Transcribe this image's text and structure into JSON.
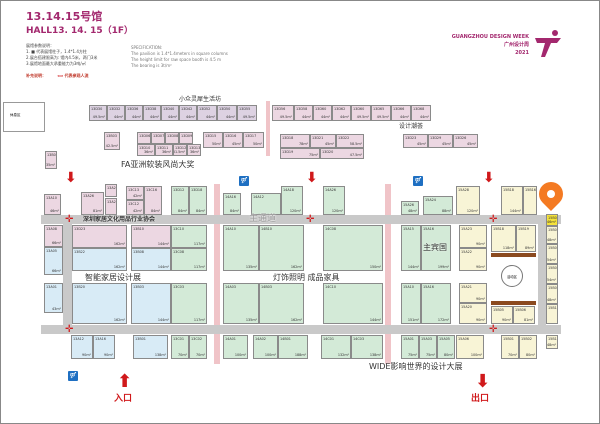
{
  "header": {
    "title_cn": "13.14.15号馆",
    "title_en": "HALL13. 14. 15（1F）",
    "notes_title": "展馆参数说明：",
    "notes": [
      "1. ■ 代表展馆柱子，1.4*1.4方柱",
      "2.展台搭建限高为: 馆内4.5米，两门3米",
      "3.展馆地面最大承重能力为3吨/㎡"
    ],
    "spec_title": "SPECIFICATION:",
    "spec": [
      "The pavilion is 1.4*1.4meters in square columns",
      "The height limit for raw space booth is 4.5 m",
      "The bearing is 3t/m²"
    ],
    "legend_label": "补充说明：",
    "legend_text": "代表参观人流"
  },
  "logo": {
    "en": "GUANGZHOU DESIGN WEEK",
    "cn": "广州设计周",
    "year": "2021"
  },
  "zones": {
    "xiaozhong": "小众灵犀生活坊",
    "fa": "FA亚洲软装风尚大奖",
    "sheji": "设计潮荟",
    "shenzhen": "深圳家居文化用品行业协会",
    "main_aisle": "主通道",
    "smart_home": "智能家居设计展",
    "lighting": "灯饰照明 成品家具",
    "guest": "主宾国",
    "wide": "WIDE影响世界的设计大展",
    "rest": "休息区",
    "stage": "活动区"
  },
  "doors": {
    "entry": "入口",
    "exit": "出口"
  },
  "colors": {
    "accent": "#a3286e",
    "arrow": "#d0191b",
    "pin": "#f47a22"
  },
  "booths": [
    {
      "id": "13D30",
      "area": "49.5m²"
    },
    {
      "id": "13D32",
      "area": "44m²"
    },
    {
      "id": "13D36",
      "area": "44m²"
    },
    {
      "id": "13D38",
      "area": "44m²"
    },
    {
      "id": "13D40",
      "area": "44m²"
    },
    {
      "id": "13D42",
      "area": "44m²"
    },
    {
      "id": "13D52",
      "area": "44m²"
    },
    {
      "id": "13D50",
      "area": "44m²"
    },
    {
      "id": "13D55",
      "area": "49.5m²"
    },
    {
      "id": "13D56",
      "area": "49.5m²"
    },
    {
      "id": "13D58",
      "area": "44m²"
    },
    {
      "id": "13D60",
      "area": "44m²"
    },
    {
      "id": "13D62",
      "area": "44m²"
    },
    {
      "id": "13D60",
      "area": "49.5m²"
    },
    {
      "id": "13D65",
      "area": "49.5m²"
    },
    {
      "id": "13D66",
      "area": "44m²"
    },
    {
      "id": "13D68",
      "area": "44m²"
    },
    {
      "id": "13B03",
      "area": "42.5m²"
    },
    {
      "id": "13D06",
      "area": ""
    },
    {
      "id": "13D07",
      "area": ""
    },
    {
      "id": "13D08",
      "area": ""
    },
    {
      "id": "13D09",
      "area": ""
    },
    {
      "id": "13D10",
      "area": "36m²"
    },
    {
      "id": "13D11",
      "area": "36m²"
    },
    {
      "id": "13D12",
      "area": "31.5m²"
    },
    {
      "id": "13D13",
      "area": "36m²"
    },
    {
      "id": "13D15",
      "area": "50m²"
    },
    {
      "id": "13D16",
      "area": "45m²"
    },
    {
      "id": "13D17",
      "area": "50m²"
    },
    {
      "id": "13D18",
      "area": "78m²"
    },
    {
      "id": "13D21",
      "area": "45m²"
    },
    {
      "id": "13D22",
      "area": "58.5m²"
    },
    {
      "id": "13D19",
      "area": "75m²"
    },
    {
      "id": "13D20",
      "area": "47.5m²"
    },
    {
      "id": "13D23",
      "area": "45m²"
    },
    {
      "id": "13D29",
      "area": "45m²"
    },
    {
      "id": "13D26",
      "area": "45m²"
    },
    {
      "id": "13B01",
      "area": "35m²"
    },
    {
      "id": "13A10",
      "area": "46m²"
    },
    {
      "id": "13A26",
      "area": "81m²"
    },
    {
      "id": "13A28",
      "area": ""
    },
    {
      "id": "13A27",
      "area": ""
    },
    {
      "id": "13C13",
      "area": "42m²"
    },
    {
      "id": "13C16",
      "area": "84m²"
    },
    {
      "id": "13C12",
      "area": "42m²"
    },
    {
      "id": "13D12",
      "area": "84m²"
    },
    {
      "id": "13D18",
      "area": "84m²"
    },
    {
      "id": "14A16",
      "area": "84m²"
    },
    {
      "id": "14A12",
      "area": ""
    },
    {
      "id": "14A18",
      "area": "120m²"
    },
    {
      "id": "14A26",
      "area": "120m²"
    },
    {
      "id": "15A26",
      "area": "48m²"
    },
    {
      "id": "15A24",
      "area": "88m²"
    },
    {
      "id": "15A28",
      "area": "120m²"
    },
    {
      "id": "15B18",
      "area": "144m²"
    },
    {
      "id": "15B16",
      "area": ""
    },
    {
      "id": "13A08",
      "area": "66m²"
    },
    {
      "id": "13A05",
      "area": "66m²"
    },
    {
      "id": "13D23",
      "area": "162m²"
    },
    {
      "id": "13B22",
      "area": "162m²"
    },
    {
      "id": "13B10",
      "area": "144m²"
    },
    {
      "id": "13B08",
      "area": "144m²"
    },
    {
      "id": "13C10",
      "area": "117m²"
    },
    {
      "id": "13C08",
      "area": "117m²"
    },
    {
      "id": "14A10",
      "area": "135m²"
    },
    {
      "id": "14B10",
      "area": "162m²"
    },
    {
      "id": "14C08",
      "area": "150m²"
    },
    {
      "id": "15A15",
      "area": "144m²"
    },
    {
      "id": "15A16",
      "area": "199m²"
    },
    {
      "id": "15A23",
      "area": "90m²"
    },
    {
      "id": "15A22",
      "area": "90m²"
    },
    {
      "id": "15B18",
      "area": "118m²"
    },
    {
      "id": "15B19",
      "area": "89m²"
    },
    {
      "id": "15B01",
      "area": "46m²"
    },
    {
      "id": "15B03",
      "area": "48m²"
    },
    {
      "id": "15B09",
      "area": "54m²"
    },
    {
      "id": "15B06",
      "area": "54m²"
    },
    {
      "id": "15B08",
      "area": "48m²"
    },
    {
      "id": "15B10",
      "area": ""
    },
    {
      "id": "13A01",
      "area": "43m²"
    },
    {
      "id": "13B20",
      "area": "162m²"
    },
    {
      "id": "13B03",
      "area": "144m²"
    },
    {
      "id": "13C03",
      "area": "117m²"
    },
    {
      "id": "14A03",
      "area": "135m²"
    },
    {
      "id": "14B03",
      "area": "162m²"
    },
    {
      "id": "14C10",
      "area": "144m²"
    },
    {
      "id": "15A10",
      "area": "151m²"
    },
    {
      "id": "15A16",
      "area": "172m²"
    },
    {
      "id": "15A21",
      "area": "90m²"
    },
    {
      "id": "15A20",
      "area": "90m²"
    },
    {
      "id": "15B05",
      "area": "90m²"
    },
    {
      "id": "15B06",
      "area": "81m²"
    },
    {
      "id": "13A12",
      "area": "90m²"
    },
    {
      "id": "13A16",
      "area": "90m²"
    },
    {
      "id": "13B01",
      "area": "138m²"
    },
    {
      "id": "13C01",
      "area": "70m²"
    },
    {
      "id": "13C02",
      "area": "70m²"
    },
    {
      "id": "14A01",
      "area": "100m²"
    },
    {
      "id": "14A02",
      "area": "100m²"
    },
    {
      "id": "14B01",
      "area": "188m²"
    },
    {
      "id": "14C01",
      "area": "132m²"
    },
    {
      "id": "14C03",
      "area": "138m²"
    },
    {
      "id": "15A01",
      "area": "75m²"
    },
    {
      "id": "15A03",
      "area": "75m²"
    },
    {
      "id": "15A05",
      "area": "80m²"
    },
    {
      "id": "15A06",
      "area": "100m²"
    },
    {
      "id": "15B01",
      "area": "70m²"
    },
    {
      "id": "15B02",
      "area": "80m²"
    },
    {
      "id": "15B12",
      "area": "48m²"
    }
  ]
}
